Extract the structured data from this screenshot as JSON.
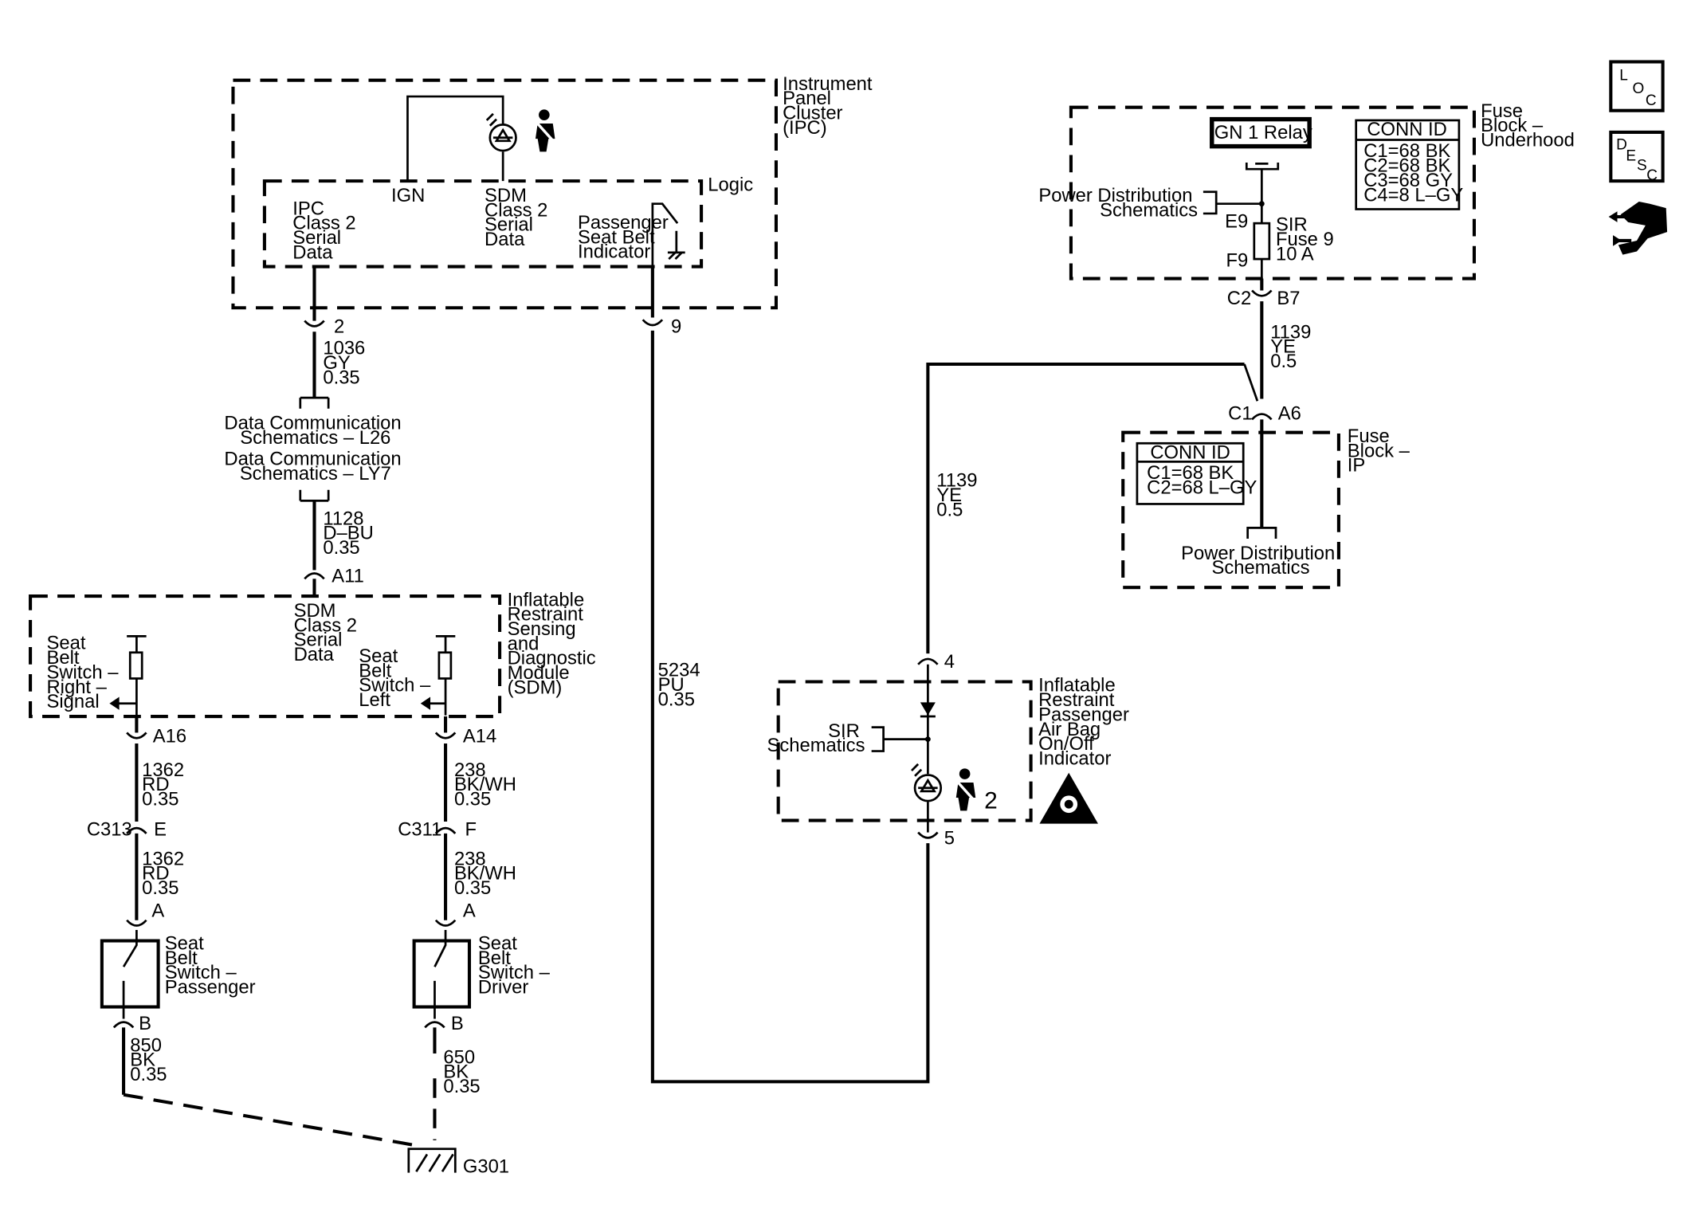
{
  "components": {
    "ipc": {
      "title": [
        "Instrument",
        "Panel",
        "Cluster",
        "(IPC)"
      ],
      "logic": "Logic",
      "ign": "IGN",
      "ipc_class2": [
        "IPC",
        "Class 2",
        "Serial",
        "Data"
      ],
      "sdm_class2": [
        "SDM",
        "Class 2",
        "Serial",
        "Data"
      ],
      "pass_seat_belt": [
        "Passenger",
        "Seat Belt",
        "Indicator"
      ]
    },
    "sdm": {
      "title": [
        "Inflatable",
        "Restraint",
        "Sensing",
        "and",
        "Diagnostic",
        "Module",
        "(SDM)"
      ],
      "class2": [
        "SDM",
        "Class 2",
        "Serial",
        "Data"
      ],
      "right_switch": [
        "Seat",
        "Belt",
        "Switch –",
        "Right –",
        "Signal"
      ],
      "left_switch": [
        "Seat",
        "Belt",
        "Switch –",
        "Left"
      ]
    },
    "fuse_underhood": {
      "title": [
        "Fuse",
        "Block –",
        "Underhood"
      ],
      "relay": "IGN 1 Relay",
      "conn_id": "CONN ID",
      "conn_lines": [
        "C1=68 BK",
        "C2=68 BK",
        "C3=68 GY",
        "C4=8 L–GY"
      ],
      "power_dist": [
        "Power Distribution",
        "Schematics"
      ],
      "fuse_label": [
        "SIR",
        "Fuse 9",
        "10 A"
      ],
      "e9": "E9",
      "f9": "F9"
    },
    "fuse_ip": {
      "title": [
        "Fuse",
        "Block –",
        "IP"
      ],
      "conn_id": "CONN ID",
      "conn_lines": [
        "C1=68 BK",
        "C2=68 L–GY"
      ],
      "power_dist": [
        "Power Distribution",
        "Schematics"
      ]
    },
    "airbag_indicator": {
      "title": [
        "Inflatable",
        "Restraint",
        "Passenger",
        "Air Bag",
        "On/Off",
        "Indicator"
      ],
      "sir": [
        "SIR",
        "Schematics"
      ],
      "num": "2"
    },
    "pass_switch": [
      "Seat",
      "Belt",
      "Switch –",
      "Passenger"
    ],
    "driver_switch": [
      "Seat",
      "Belt",
      "Switch –",
      "Driver"
    ],
    "ground": "G301"
  },
  "data_comm": [
    [
      "Data Communication",
      "Schematics – L26"
    ],
    [
      "Data Communication",
      "Schematics – LY7"
    ]
  ],
  "pins": {
    "p2": "2",
    "p9": "9",
    "a11": "A11",
    "a16": "A16",
    "a14": "A14",
    "c313": "C313",
    "e": "E",
    "c311": "C311",
    "f": "F",
    "a1": "A",
    "a2": "A",
    "b1": "B",
    "b2": "B",
    "c2": "C2",
    "b7": "B7",
    "c1": "C1",
    "a6": "A6",
    "p4": "4",
    "p5": "5"
  },
  "wires": {
    "w1036": [
      "1036",
      "GY",
      "0.35"
    ],
    "w1128": [
      "1128",
      "D–BU",
      "0.35"
    ],
    "w5234": [
      "5234",
      "PU",
      "0.35"
    ],
    "w1139a": [
      "1139",
      "YE",
      "0.5"
    ],
    "w1139b": [
      "1139",
      "YE",
      "0.5"
    ],
    "w1362a": [
      "1362",
      "RD",
      "0.35"
    ],
    "w1362b": [
      "1362",
      "RD",
      "0.35"
    ],
    "w238a": [
      "238",
      "BK/WH",
      "0.35"
    ],
    "w238b": [
      "238",
      "BK/WH",
      "0.35"
    ],
    "w650": [
      "650",
      "BK",
      "0.35"
    ],
    "w850": [
      "850",
      "BK",
      "0.35"
    ]
  },
  "nav_icons": {
    "loc": [
      "L",
      "O",
      "C"
    ],
    "desc": [
      "D",
      "E",
      "S",
      "C"
    ]
  }
}
